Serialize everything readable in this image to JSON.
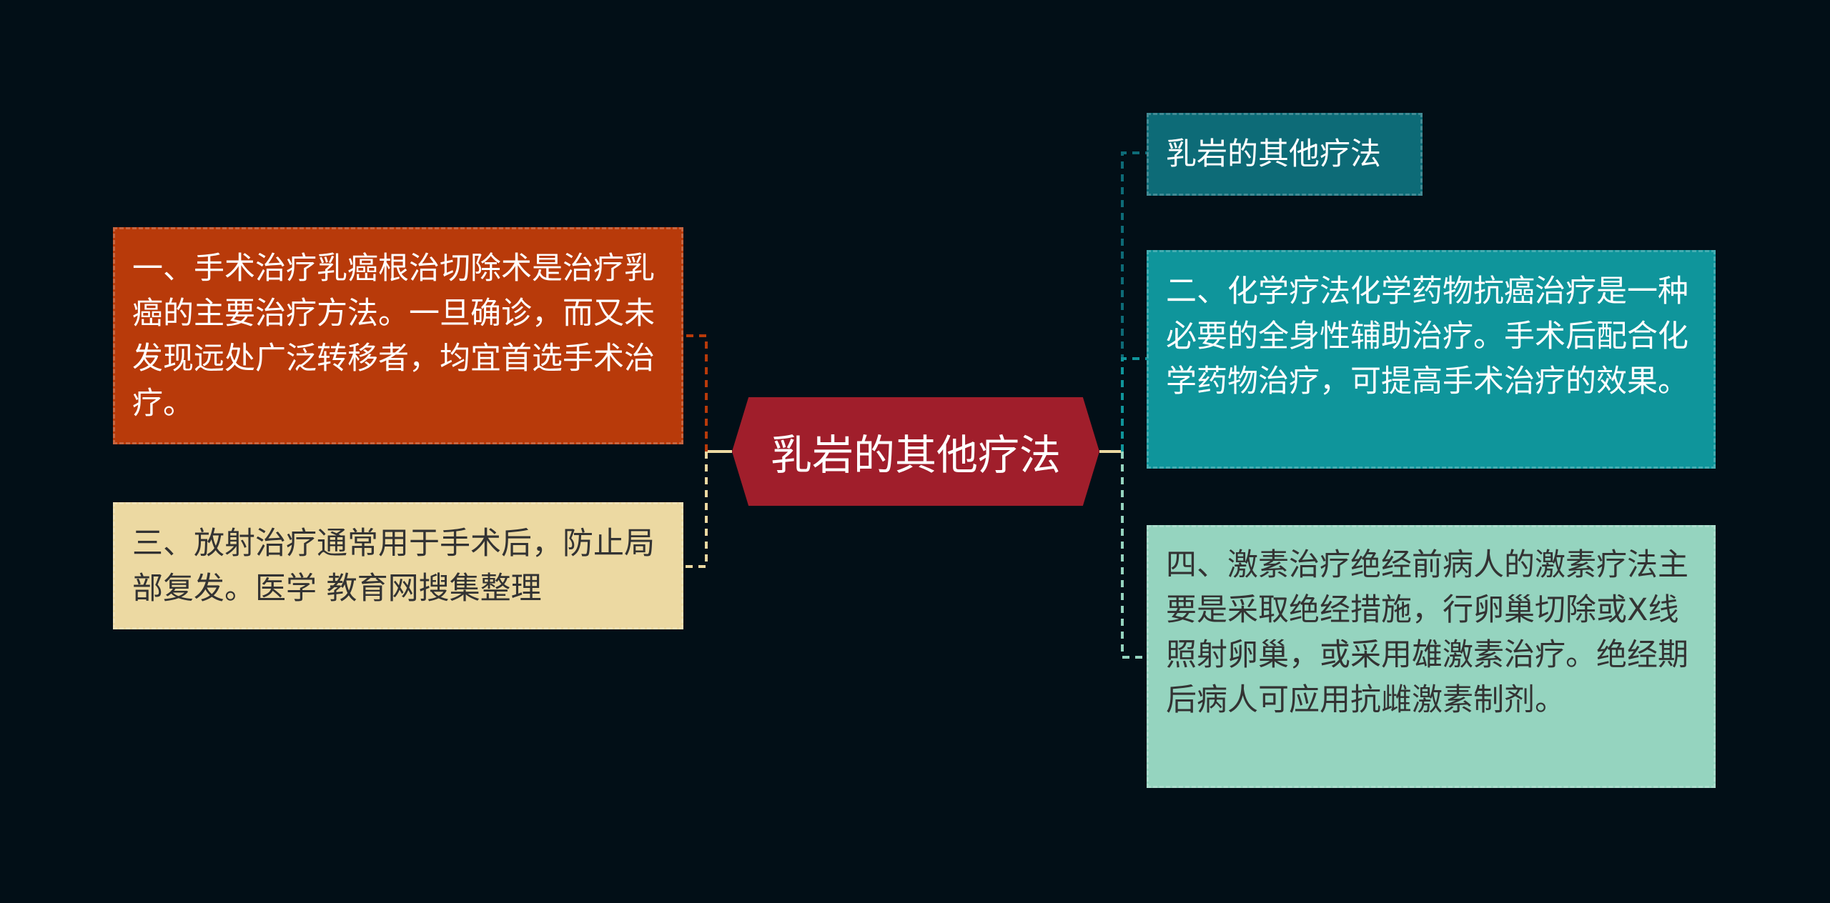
{
  "center": {
    "label": "乳岩的其他疗法"
  },
  "left_nodes": [
    {
      "text": "一、手术治疗乳癌根治切除术是治疗乳癌的主要治疗方法。一旦确诊，而又未发现远处广泛转移者，均宜首选手术治疗。",
      "color": "#b83a0a"
    },
    {
      "text": "三、放射治疗通常用于手术后，防止局部复发。医学 教育网搜集整理",
      "color": "#ecd9a2"
    }
  ],
  "right_nodes": [
    {
      "text": "乳岩的其他疗法",
      "color": "#0d6b77"
    },
    {
      "text": "二、化学疗法化学药物抗癌治疗是一种必要的全身性辅助治疗。手术后配合化学药物治疗，可提高手术治疗的效果。",
      "color": "#0f959b"
    },
    {
      "text": "四、激素治疗绝经前病人的激素疗法主要是采取绝经措施，行卵巢切除或X线照射卵巢，或采用雄激素治疗。绝经期后病人可应用抗雌激素制剂。",
      "color": "#95d4bf"
    }
  ],
  "colors": {
    "background": "#020f17",
    "center": "#a01e2b"
  }
}
